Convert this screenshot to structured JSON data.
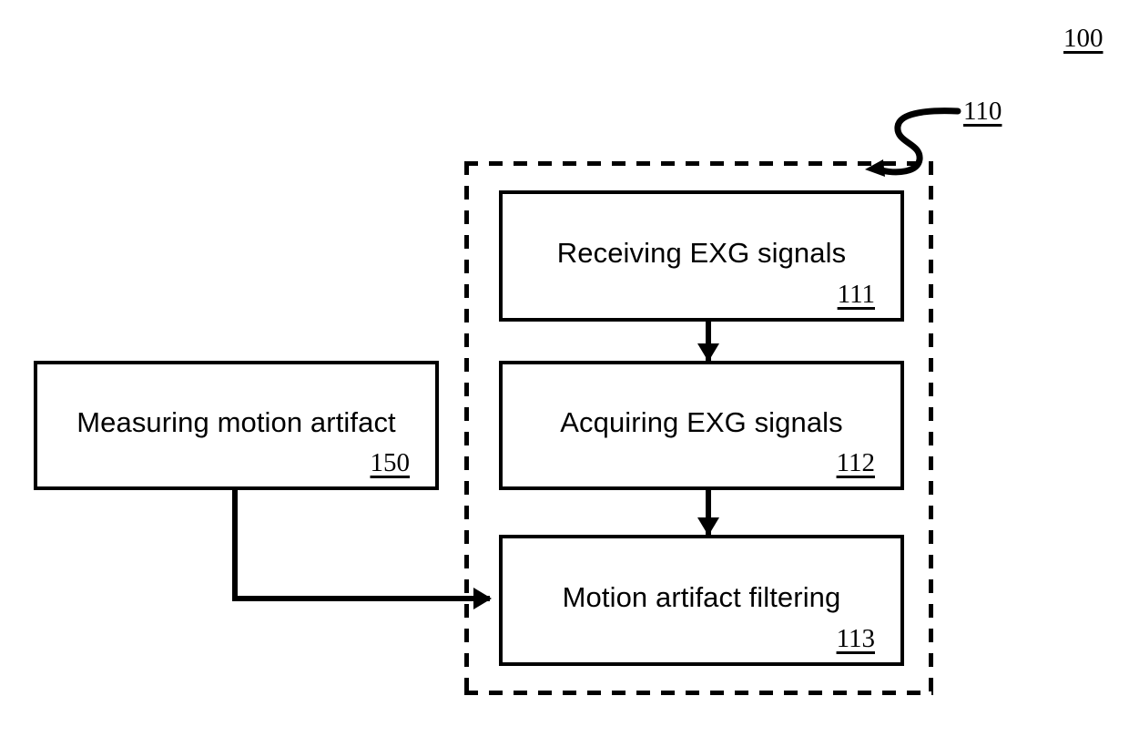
{
  "figure": {
    "number": "100",
    "system_ref": "110"
  },
  "container": {
    "label": "110",
    "style": "dashed"
  },
  "boxes": [
    {
      "id": "111",
      "title": "Receiving EXG signals",
      "number": "111"
    },
    {
      "id": "112",
      "title": "Acquiring EXG signals",
      "number": "112"
    },
    {
      "id": "113",
      "title": "Motion artifact filtering",
      "number": "113"
    },
    {
      "id": "150",
      "title": "Measuring motion artifact",
      "number": "150"
    }
  ],
  "connectors": [
    {
      "from": "111",
      "to": "112",
      "type": "arrow-down"
    },
    {
      "from": "112",
      "to": "113",
      "type": "arrow-down"
    },
    {
      "from": "150",
      "to": "113",
      "type": "elbow-arrow-right"
    },
    {
      "from": "110-label",
      "to": "dashed-container",
      "type": "curved-leader"
    }
  ],
  "colors": {
    "stroke": "#000000",
    "background": "#ffffff"
  }
}
